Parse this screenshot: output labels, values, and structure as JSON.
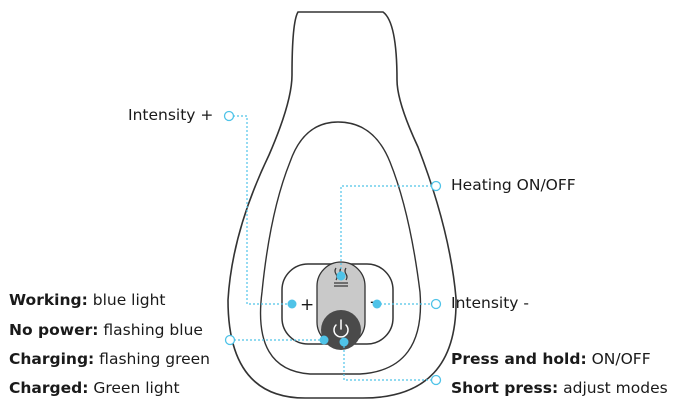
{
  "colors": {
    "accent": "#4fc3e8",
    "outline": "#333333",
    "panel": "#c9c9c9",
    "button_dark": "#4a4a4a",
    "text": "#1a1a1a"
  },
  "labels": {
    "intensity_plus": "Intensity +",
    "heating": "Heating ON/OFF",
    "intensity_minus": "Intensity -"
  },
  "panel_symbols": {
    "plus": "+",
    "minus": "-"
  },
  "light_states": [
    {
      "term": "Working:",
      "desc": " blue light"
    },
    {
      "term": "No power:",
      "desc": " flashing blue"
    },
    {
      "term": "Charging:",
      "desc": " flashing green"
    },
    {
      "term": "Charged:",
      "desc": " Green light"
    }
  ],
  "power_button_help": [
    {
      "term": "Press and hold:",
      "desc": " ON/OFF"
    },
    {
      "term": "Short press:",
      "desc": " adjust modes"
    }
  ],
  "icons": {
    "heating": "heat-waves-icon",
    "power": "power-icon"
  }
}
